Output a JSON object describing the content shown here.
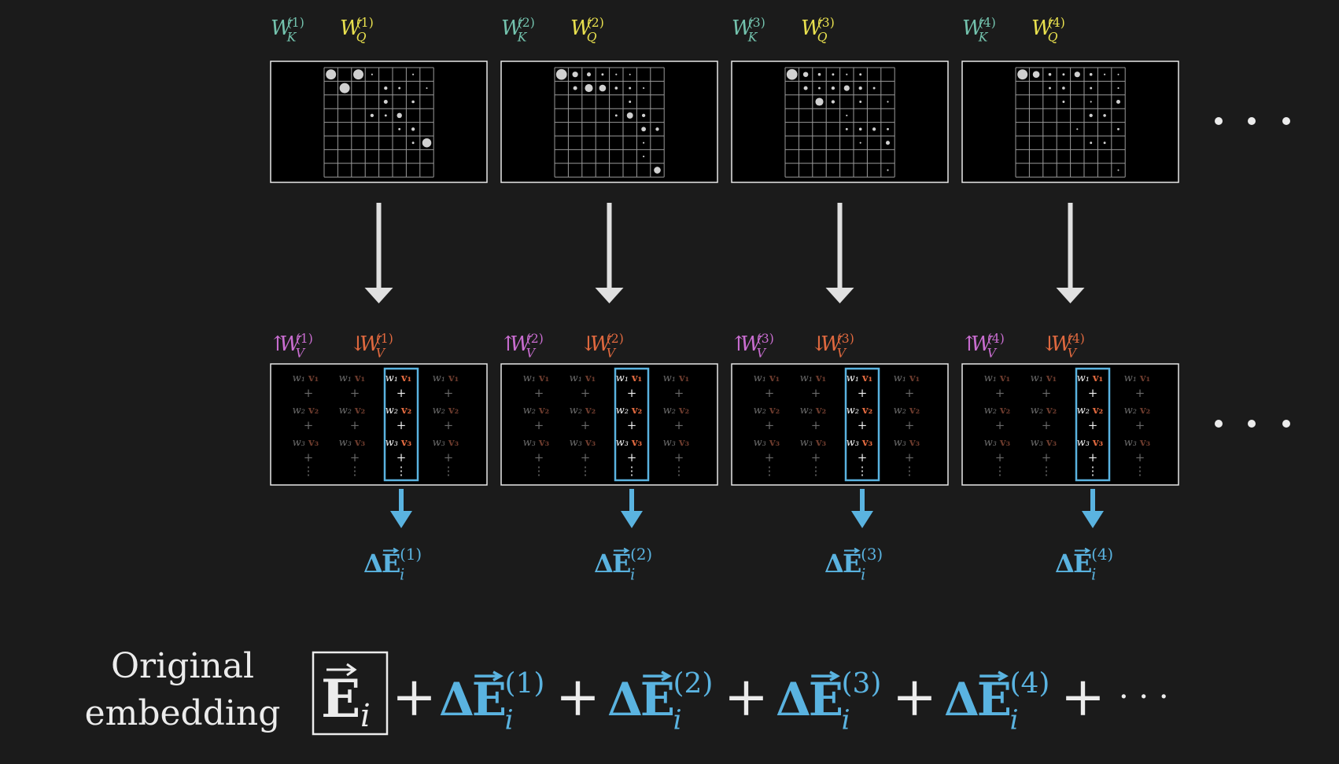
{
  "colors": {
    "background": "#1b1b1b",
    "panel": "#000000",
    "panel_border": "#e8e8e8",
    "key": "#73c2ad",
    "query": "#e8e04e",
    "value_up": "#c96dd0",
    "value_down": "#e0693f",
    "delta": "#5ab3e0",
    "white": "#ececec",
    "dim_text": "#6a6a6a",
    "dim_red": "#6b3a2c"
  },
  "heads": [
    {
      "key_label": {
        "base": "W",
        "sub": "K",
        "sup": "(1)"
      },
      "query_label": {
        "base": "W",
        "sub": "Q",
        "sup": "(1)"
      },
      "up_label": {
        "arrow": "↑",
        "base": "W",
        "sub": "V",
        "sup": "(1)"
      },
      "down_label": {
        "arrow": "↓",
        "base": "W",
        "sub": "V",
        "sup": "(1)"
      },
      "delta_label": {
        "base": "ΔE",
        "sub": "i",
        "sup": "(1)"
      },
      "dots": [
        [
          0,
          0,
          0.9
        ],
        [
          0,
          2,
          0.9
        ],
        [
          1,
          1,
          0.9
        ],
        [
          0,
          3,
          0.15
        ],
        [
          0,
          6,
          0.15
        ],
        [
          1,
          4,
          0.3
        ],
        [
          1,
          5,
          0.2
        ],
        [
          2,
          4,
          0.35
        ],
        [
          2,
          6,
          0.25
        ],
        [
          3,
          3,
          0.3
        ],
        [
          3,
          4,
          0.2
        ],
        [
          3,
          5,
          0.45
        ],
        [
          4,
          5,
          0.2
        ],
        [
          4,
          6,
          0.3
        ],
        [
          5,
          6,
          0.2
        ],
        [
          5,
          7,
          0.8
        ],
        [
          1,
          7,
          0.1
        ]
      ]
    },
    {
      "key_label": {
        "base": "W",
        "sub": "K",
        "sup": "(2)"
      },
      "query_label": {
        "base": "W",
        "sub": "Q",
        "sup": "(2)"
      },
      "up_label": {
        "arrow": "↑",
        "base": "W",
        "sub": "V",
        "sup": "(2)"
      },
      "down_label": {
        "arrow": "↓",
        "base": "W",
        "sub": "V",
        "sup": "(2)"
      },
      "delta_label": {
        "base": "ΔE",
        "sub": "i",
        "sup": "(2)"
      },
      "dots": [
        [
          0,
          0,
          0.95
        ],
        [
          0,
          1,
          0.5
        ],
        [
          0,
          2,
          0.35
        ],
        [
          0,
          3,
          0.2
        ],
        [
          0,
          4,
          0.15
        ],
        [
          0,
          5,
          0.1
        ],
        [
          1,
          1,
          0.35
        ],
        [
          1,
          2,
          0.7
        ],
        [
          1,
          3,
          0.6
        ],
        [
          1,
          4,
          0.25
        ],
        [
          1,
          5,
          0.2
        ],
        [
          1,
          6,
          0.15
        ],
        [
          2,
          5,
          0.2
        ],
        [
          3,
          4,
          0.2
        ],
        [
          3,
          5,
          0.55
        ],
        [
          3,
          6,
          0.3
        ],
        [
          4,
          6,
          0.4
        ],
        [
          4,
          7,
          0.3
        ],
        [
          5,
          6,
          0.15
        ],
        [
          6,
          6,
          0.15
        ],
        [
          7,
          7,
          0.6
        ]
      ]
    },
    {
      "key_label": {
        "base": "W",
        "sub": "K",
        "sup": "(3)"
      },
      "query_label": {
        "base": "W",
        "sub": "Q",
        "sup": "(3)"
      },
      "up_label": {
        "arrow": "↑",
        "base": "W",
        "sub": "V",
        "sup": "(3)"
      },
      "down_label": {
        "arrow": "↓",
        "base": "W",
        "sub": "V",
        "sup": "(3)"
      },
      "delta_label": {
        "base": "ΔE",
        "sub": "i",
        "sup": "(3)"
      },
      "dots": [
        [
          0,
          0,
          0.95
        ],
        [
          0,
          1,
          0.45
        ],
        [
          0,
          2,
          0.25
        ],
        [
          0,
          3,
          0.2
        ],
        [
          0,
          4,
          0.15
        ],
        [
          0,
          5,
          0.2
        ],
        [
          1,
          1,
          0.35
        ],
        [
          1,
          2,
          0.2
        ],
        [
          1,
          3,
          0.3
        ],
        [
          1,
          4,
          0.5
        ],
        [
          1,
          5,
          0.3
        ],
        [
          1,
          6,
          0.2
        ],
        [
          2,
          2,
          0.7
        ],
        [
          2,
          3,
          0.3
        ],
        [
          2,
          5,
          0.2
        ],
        [
          2,
          7,
          0.15
        ],
        [
          3,
          4,
          0.15
        ],
        [
          4,
          4,
          0.2
        ],
        [
          4,
          5,
          0.25
        ],
        [
          4,
          6,
          0.3
        ],
        [
          4,
          7,
          0.2
        ],
        [
          5,
          5,
          0.15
        ],
        [
          5,
          7,
          0.35
        ],
        [
          7,
          7,
          0.15
        ]
      ]
    },
    {
      "key_label": {
        "base": "W",
        "sub": "K",
        "sup": "(4)"
      },
      "query_label": {
        "base": "W",
        "sub": "Q",
        "sup": "(4)"
      },
      "up_label": {
        "arrow": "↑",
        "base": "W",
        "sub": "V",
        "sup": "(4)"
      },
      "down_label": {
        "arrow": "↓",
        "base": "W",
        "sub": "V",
        "sup": "(4)"
      },
      "delta_label": {
        "base": "ΔE",
        "sub": "i",
        "sup": "(4)"
      },
      "dots": [
        [
          0,
          0,
          0.9
        ],
        [
          0,
          1,
          0.6
        ],
        [
          0,
          2,
          0.25
        ],
        [
          0,
          3,
          0.2
        ],
        [
          0,
          4,
          0.5
        ],
        [
          0,
          5,
          0.25
        ],
        [
          0,
          6,
          0.15
        ],
        [
          0,
          7,
          0.1
        ],
        [
          1,
          2,
          0.2
        ],
        [
          1,
          3,
          0.25
        ],
        [
          1,
          5,
          0.2
        ],
        [
          1,
          7,
          0.15
        ],
        [
          2,
          3,
          0.2
        ],
        [
          2,
          5,
          0.15
        ],
        [
          2,
          7,
          0.35
        ],
        [
          3,
          5,
          0.3
        ],
        [
          3,
          6,
          0.25
        ],
        [
          4,
          4,
          0.15
        ],
        [
          4,
          7,
          0.2
        ],
        [
          5,
          5,
          0.2
        ],
        [
          5,
          6,
          0.2
        ],
        [
          7,
          7,
          0.1
        ]
      ]
    }
  ],
  "value_matrix": {
    "rows": [
      {
        "w": "w₁",
        "v": "v₁"
      },
      {
        "w": "w₂",
        "v": "v₂"
      },
      {
        "w": "w₃",
        "v": "v₃"
      }
    ],
    "plus": "+",
    "vdots": "⋮",
    "column_count": 4,
    "highlight_column": 2
  },
  "ellipsis": "• • •",
  "equation": {
    "caption_line1": "Original",
    "caption_line2": "embedding",
    "boxed_term": {
      "base": "E",
      "sub": "i"
    },
    "plus": "+",
    "deltas": [
      {
        "base": "ΔE",
        "sub": "i",
        "sup": "(1)"
      },
      {
        "base": "ΔE",
        "sub": "i",
        "sup": "(2)"
      },
      {
        "base": "ΔE",
        "sub": "i",
        "sup": "(3)"
      },
      {
        "base": "ΔE",
        "sub": "i",
        "sup": "(4)"
      }
    ],
    "trailing": "· · ·"
  }
}
